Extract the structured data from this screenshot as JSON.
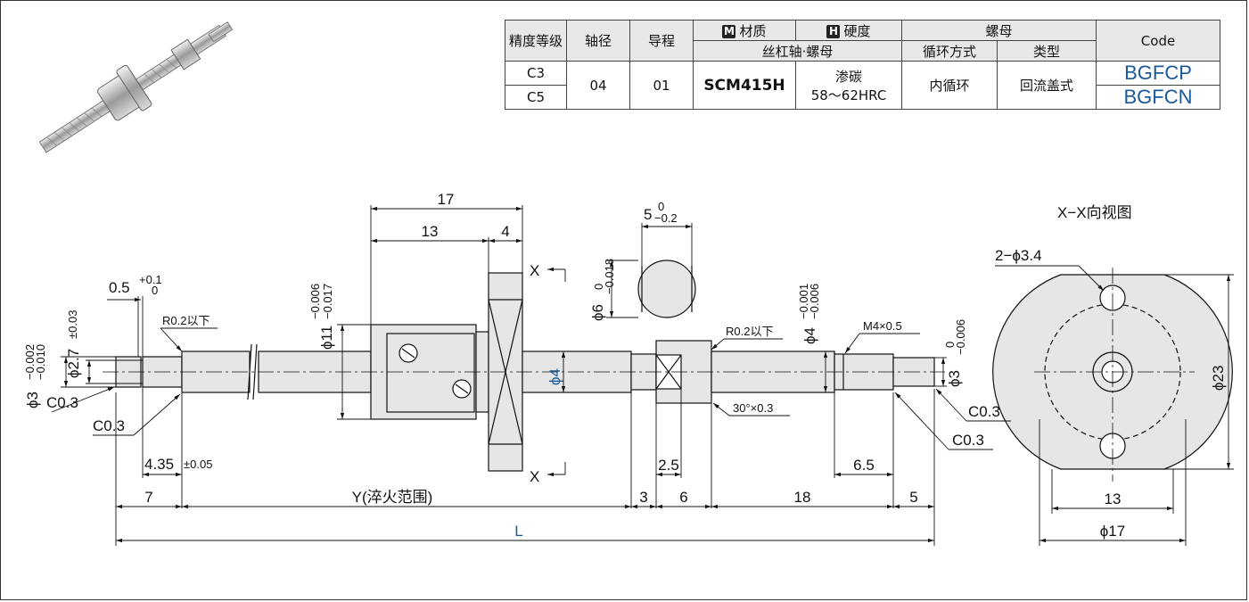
{
  "table": {
    "h_accuracy": "精度等级",
    "h_shaft": "轴径",
    "h_lead": "导程",
    "h_material_badge": "M",
    "h_material": "材质",
    "h_hardness_badge": "H",
    "h_hardness": "硬度",
    "h_nut": "螺母",
    "h_code": "Code",
    "h_shaft_nut": "丝杠轴·螺母",
    "h_circulation": "循环方式",
    "h_type": "类型",
    "accuracy_c3": "C3",
    "accuracy_c5": "C5",
    "shaft_dia": "04",
    "lead": "01",
    "material": "SCM415H",
    "hardness_l1": "渗碳",
    "hardness_l2": "58～62HRC",
    "circulation": "内循环",
    "nut_type": "回流盖式",
    "code_1": "BGFCP",
    "code_2": "BGFCN"
  },
  "drawing": {
    "dim_17": "17",
    "dim_13": "13",
    "dim_4": "4",
    "dim_5": "5",
    "tol_0": "0",
    "tol_m02": "−0.2",
    "x_mark": "X",
    "dia_6": "ϕ6",
    "tol_m0018": "−0.018",
    "dia_11": "ϕ11",
    "tol_m0006": "−0.006",
    "tol_m0017": "−0.017",
    "dia_4_blue": "ϕ4",
    "dia_4_tol1": "−0.001",
    "dia_4_tol2": "−0.006",
    "dia_3": "ϕ3",
    "tol_m0002": "−0.002",
    "tol_m0010": "−0.010",
    "dia_27": "ϕ2.7",
    "tol_pm003": "±0.03",
    "dim_05": "0.5",
    "tol_p01": "+0.1",
    "r02": "R0.2以下",
    "c03": "C0.3",
    "dim_435": "4.35",
    "tol_pm005": "±0.05",
    "dim_7": "7",
    "dim_y": "Y(淬火范围)",
    "dim_3": "3",
    "dim_6": "6",
    "dim_18": "18",
    "dim_25": "2.5",
    "dim_65": "6.5",
    "chamfer": "30°×0.3",
    "m4": "M4×0.5",
    "dia_3b": "ϕ3",
    "tol_0006": "−0.006",
    "dim_l": "L",
    "view_title": "X−X向视图",
    "holes": "2−ϕ3.4",
    "dim_23": "ϕ23",
    "dim_13b": "13",
    "dim_17b": "ϕ17"
  }
}
